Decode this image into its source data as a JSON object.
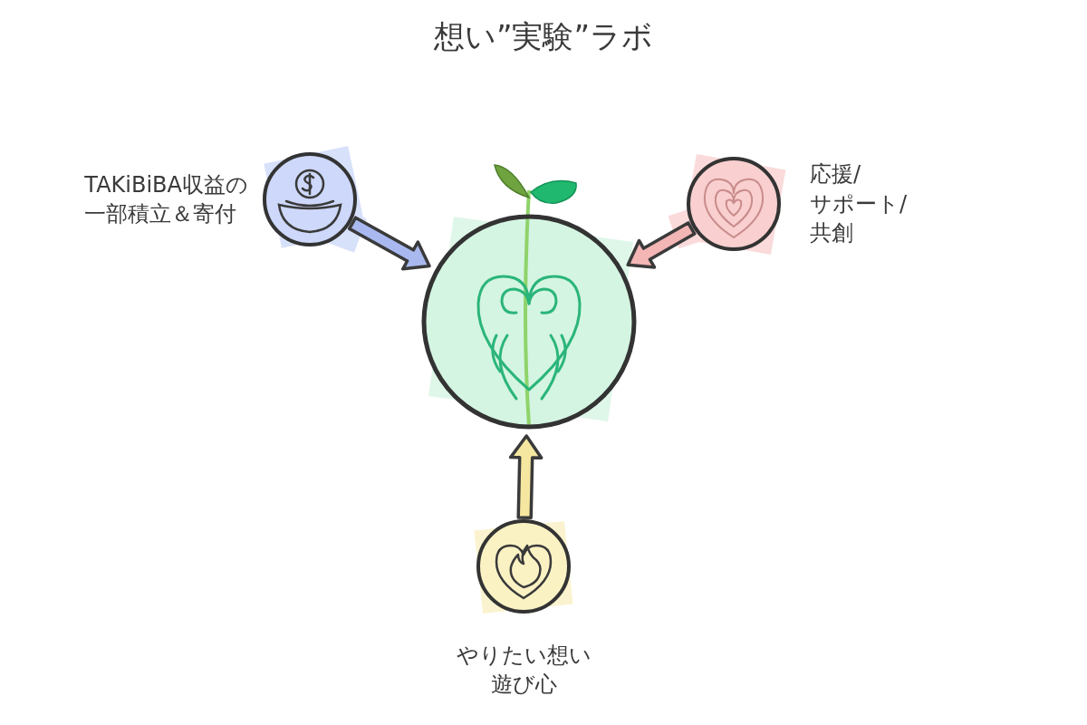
{
  "diagram": {
    "title": "想い”実験”ラボ",
    "nodes": [
      {
        "text": [
          "TAKiBiBA収益の 一部積立＆寄付"
        ]
      },
      {
        "text": [
          "応援/サポート/共創"
        ]
      },
      {
        "text": []
      },
      {
        "text": [
          "やりたい想い 遊び心"
        ]
      }
    ],
    "edges": [
      {
        "from": 0,
        "to": 2,
        "arrow": "to"
      },
      {
        "from": 1,
        "to": 2,
        "arrow": "to"
      },
      {
        "from": 3,
        "to": 2,
        "arrow": "to"
      }
    ]
  }
}
